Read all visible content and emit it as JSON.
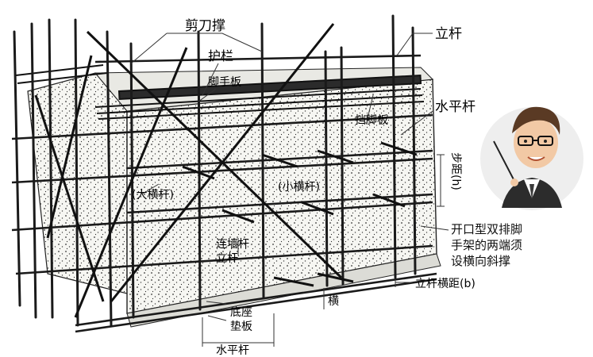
{
  "labels": {
    "scissor_brace": "剪刀撑",
    "guardrail": "护栏",
    "scaffold_board": "脚手板",
    "upright_top": "立杆",
    "horizontal_bar_right": "水平杆",
    "toe_board": "挡脚板",
    "step_distance_h": "步距(h)",
    "big_crossbar": "(大横杆)",
    "small_crossbar": "(小横杆)",
    "wall_tie": "连墙杆",
    "upright_mid": "立杆",
    "base": "底座",
    "pad": "垫板",
    "horizontal_bar_bottom": "水平杆",
    "transverse": "横",
    "upright_transverse_spacing": "立杆横距(b)",
    "note": "开口型双排脚\n手架的两端须\n设横向斜撑"
  },
  "icons": {
    "teacher": "teacher-avatar-icon"
  },
  "colors": {
    "pipe": "#1a1a1a",
    "wall": "#f4f4f0",
    "stipple": "#2a2a2a",
    "skin": "#f2c9a5",
    "hair": "#5a3a24"
  }
}
